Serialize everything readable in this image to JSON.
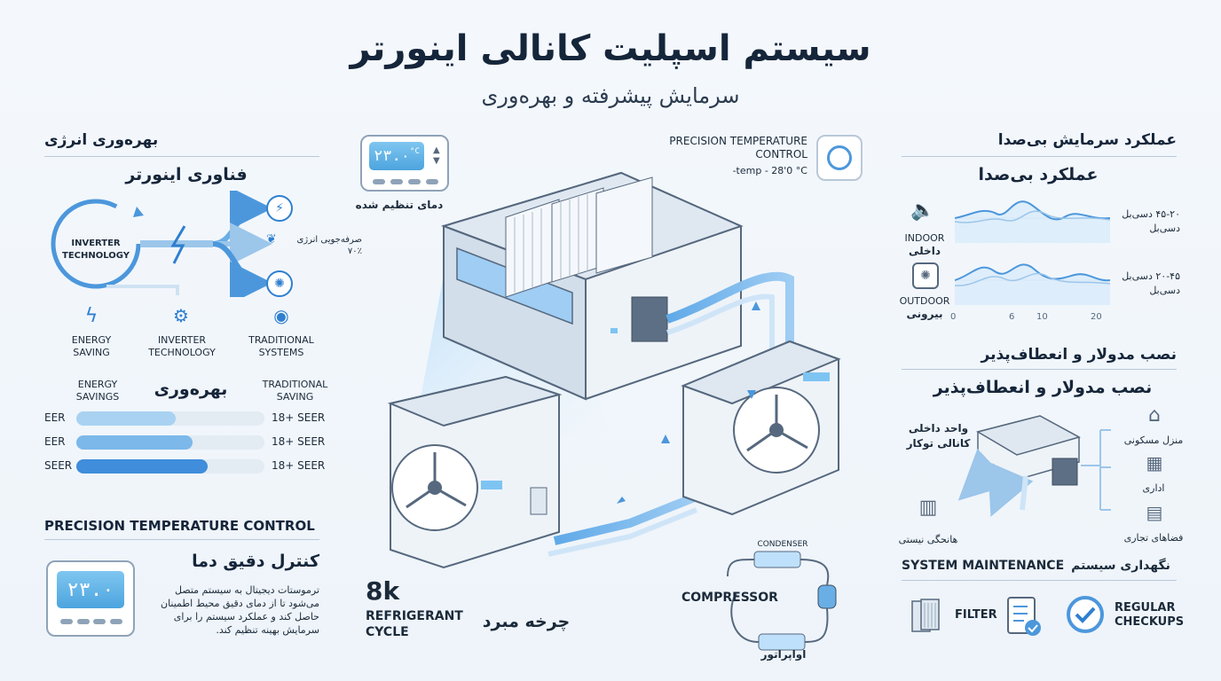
{
  "header": {
    "title": "سیستم اسپلیت کانالی اینورتر",
    "subtitle": "سرمایش پیشرفته و بهره‌وری"
  },
  "energy": {
    "section_title": "بهره‌وری انرژی",
    "tech_title": "فناوری اینورتر",
    "cycle_label": "INVERTER TECHNOLOGY",
    "saving_label": "صرفه‌جویی انرژی ٪۷۰",
    "items": [
      {
        "label": "ENERGY SAVING",
        "icon": "lightning-icon"
      },
      {
        "label": "INVERTER TECHNOLOGY",
        "icon": "plug-gear-icon"
      },
      {
        "label": "TRADITIONAL SYSTEMS",
        "icon": "money-bag-icon"
      }
    ]
  },
  "efficiency": {
    "title": "بهره‌وری",
    "left_header": "ENERGY SAVINGS",
    "right_header": "TRADITIONAL SAVING",
    "bars": [
      {
        "label": "EER",
        "value": 0.53,
        "rating": "18+ SEER",
        "color": "#a9d2f2"
      },
      {
        "label": "EER",
        "value": 0.62,
        "rating": "18+ SEER",
        "color": "#7cb8ea"
      },
      {
        "label": "SEER",
        "value": 0.7,
        "rating": "18+ SEER",
        "color": "#3f8ddb"
      }
    ]
  },
  "precision": {
    "section_title": "PRECISION TEMPERATURE CONTROL",
    "title": "کنترل دقیق دما",
    "display": "۲۳.۰",
    "description": "ترموستات دیجیتال به سیستم متصل می‌شود تا از دمای دقیق محیط اطمینان حاصل کند و عملکرد سیستم را برای سرمایش بهینه تنظیم کند."
  },
  "center": {
    "thermostat_display": "۲۳.۰",
    "thermostat_unit": "°C",
    "set_temp_label": "دمای تنظیم شده",
    "precision_label": "PRECISION TEMPERATURE CONTROL",
    "temp_range": "-temp - 28'0 °C",
    "cycle_number": "8k",
    "cycle_label_en": "REFRIGERANT CYCLE",
    "cycle_label_fa": "چرخه مبرد",
    "condenser": "CONDENSER",
    "compressor": "COMPRESSOR",
    "evaporator": "اواپراتور"
  },
  "silent": {
    "section_title": "عملکرد سرمایش بی‌صدا",
    "sub_title": "عملکرد بی‌صدا",
    "indoor_en": "INDOOR",
    "indoor_fa": "داخلی",
    "outdoor_en": "OUTDOOR",
    "outdoor_fa": "بیرونی",
    "indoor_db": "۴۵-۲۰ دسی‌بل",
    "indoor_db2": "دسی‌بل",
    "outdoor_db": "۲۰-۴۵ دسی‌بل",
    "outdoor_db2": "دسی‌بل",
    "axis_ticks": [
      "0",
      "6",
      "10",
      "20"
    ]
  },
  "modular": {
    "section_title": "نصب مدولار و انعطاف‌پذیر",
    "sub_title": "نصب مدولار و انعطاف‌پذیر",
    "unit_label": "واحد داخلی کانالی توکار",
    "places": [
      {
        "label": "منزل مسکونی",
        "icon": "house-icon"
      },
      {
        "label": "اداری",
        "icon": "office-icon"
      },
      {
        "label": "فضاهای تجاری",
        "icon": "shop-icon"
      },
      {
        "label": "هانحگی نیستی",
        "icon": "residential-complex-icon"
      }
    ]
  },
  "maintenance": {
    "section_title_en": "SYSTEM MAINTENANCE",
    "section_title_fa": "نگهداری سیستم",
    "items": [
      {
        "label": "FILTER",
        "icon": "filter-icon"
      },
      {
        "label": "",
        "icon": "checklist-icon"
      },
      {
        "label": "REGULAR CHECKUPS",
        "icon": "checkmark-icon"
      }
    ]
  },
  "colors": {
    "accent": "#2f7fd0",
    "light_blue": "#a9d2f2",
    "dark_text": "#15253a"
  }
}
